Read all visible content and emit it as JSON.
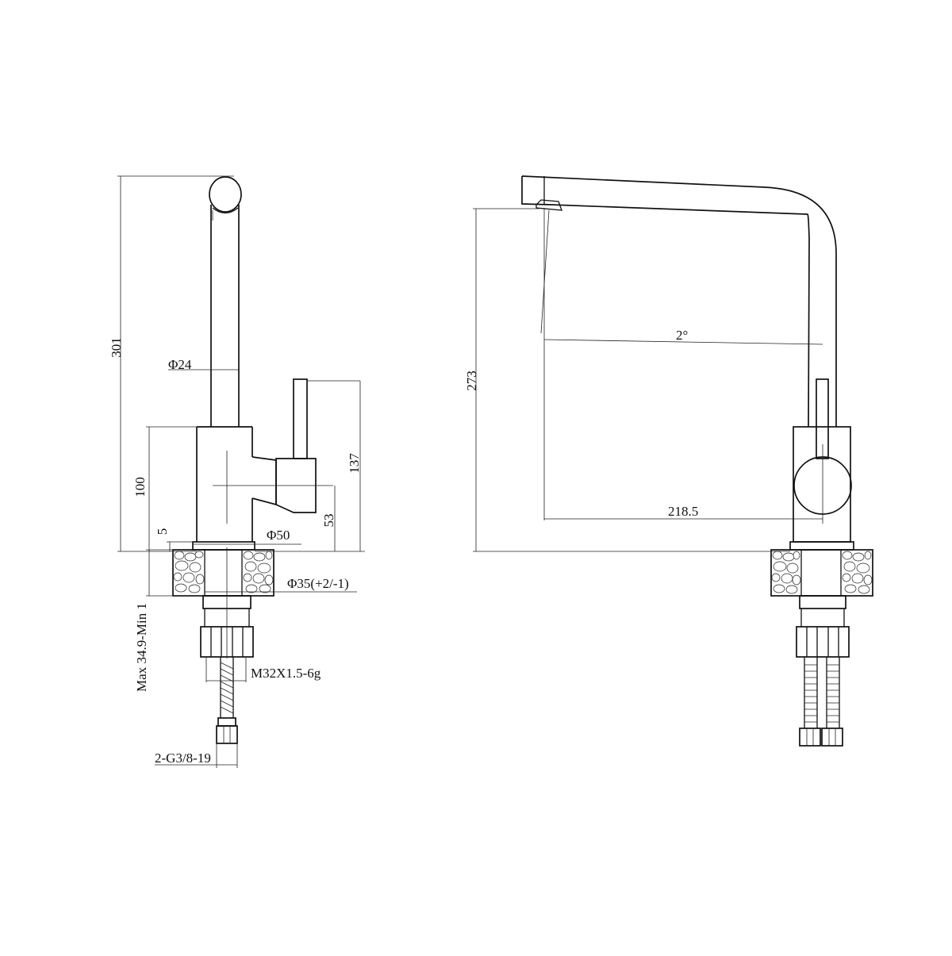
{
  "drawing": {
    "side_view": {
      "labels": {
        "total_height": "301",
        "spout_diameter": "Φ24",
        "body_height": "100",
        "handle_height": "137",
        "handle_offset": "53",
        "base_thickness": "5",
        "base_diameter": "Φ50",
        "hole_diameter": "Φ35(+2/-1)",
        "countertop_thickness": "Max  34.9-Min  1",
        "thread": "M32X1.5-6g",
        "hose_connection": "2-G3/8-19"
      }
    },
    "front_view": {
      "labels": {
        "spout_height": "273",
        "spout_angle": "2°",
        "spout_reach": "218.5"
      }
    },
    "colors": {
      "line": "#111111",
      "background": "#ffffff"
    }
  }
}
